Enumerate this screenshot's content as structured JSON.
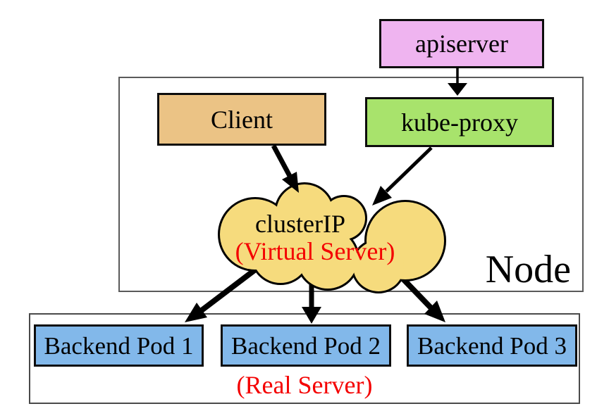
{
  "nodes": {
    "apiserver": {
      "label": "apiserver",
      "fill": "#efb4f0"
    },
    "client": {
      "label": "Client",
      "fill": "#ebc385"
    },
    "kube_proxy": {
      "label": "kube-proxy",
      "fill": "#a8e36c"
    },
    "cluster_ip": {
      "label": "clusterIP",
      "sublabel": "(Virtual Server)",
      "fill": "#f6db7d"
    },
    "node_frame": {
      "label": "Node"
    },
    "real_server_frame": {
      "label": "(Real Server)"
    },
    "pods": [
      {
        "label": "Backend Pod 1",
        "fill": "#82b8ea"
      },
      {
        "label": "Backend Pod 2",
        "fill": "#82b8ea"
      },
      {
        "label": "Backend Pod 3",
        "fill": "#82b8ea"
      }
    ]
  },
  "edges": [
    {
      "from": "apiserver",
      "to": "kube-proxy"
    },
    {
      "from": "Client",
      "to": "clusterIP"
    },
    {
      "from": "kube-proxy",
      "to": "clusterIP"
    },
    {
      "from": "clusterIP",
      "to": "Backend Pod 1"
    },
    {
      "from": "clusterIP",
      "to": "Backend Pod 2"
    },
    {
      "from": "clusterIP",
      "to": "Backend Pod 3"
    }
  ],
  "colors": {
    "accent_red": "#f40000",
    "arrow_black": "#000000",
    "box_border": "#0d0d0d",
    "frame_gray": "#5a5a5a"
  }
}
